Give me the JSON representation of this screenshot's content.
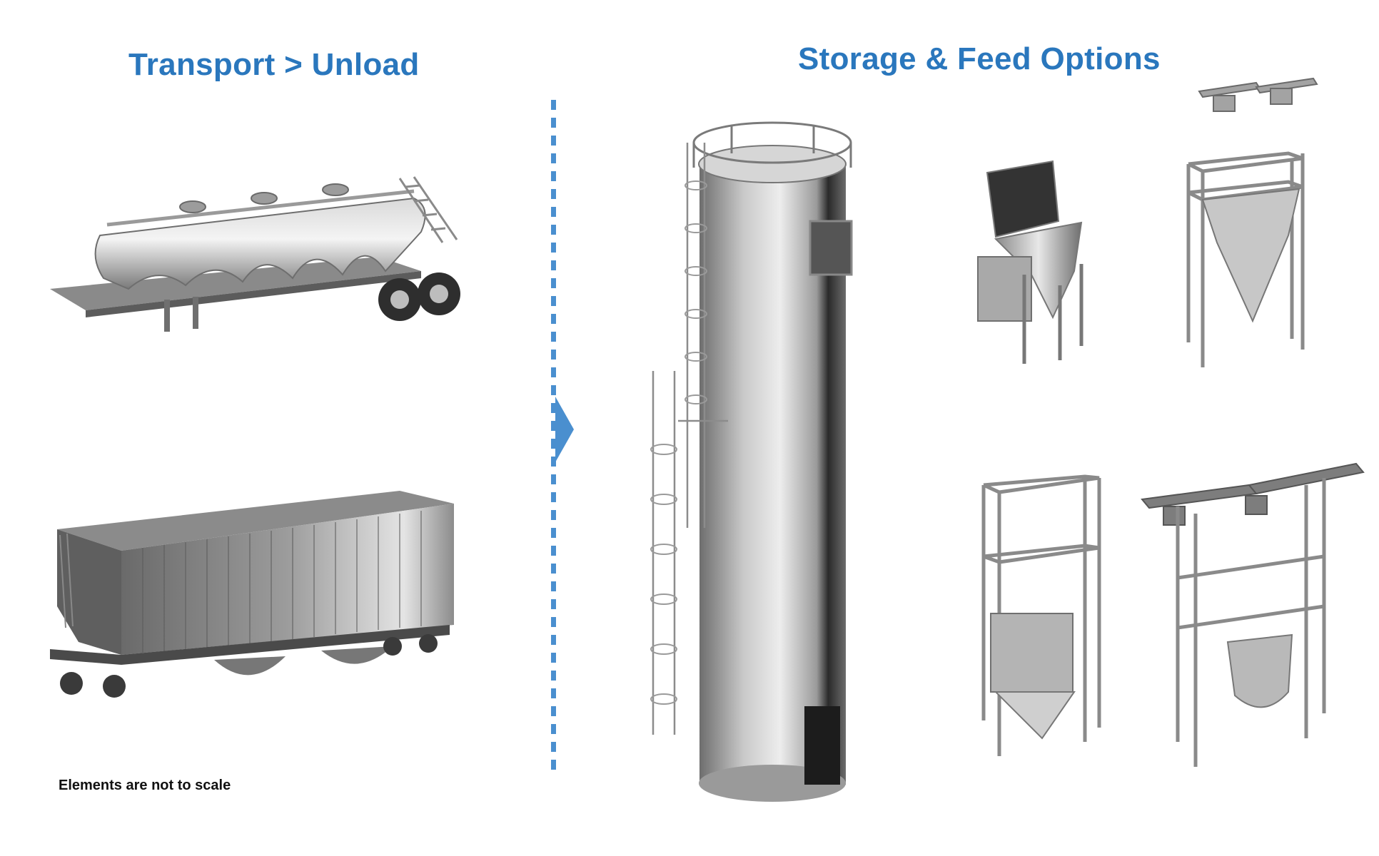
{
  "headings": {
    "transport_unload": "Transport > Unload",
    "storage_feed": "Storage & Feed Options"
  },
  "note": "Elements are not to scale",
  "colors": {
    "heading_blue": "#2a77bd",
    "divider_blue": "#4a8fcf",
    "equipment_gray": "#9a9a9a"
  },
  "icons": {
    "flow_arrow": "right-triangle"
  }
}
